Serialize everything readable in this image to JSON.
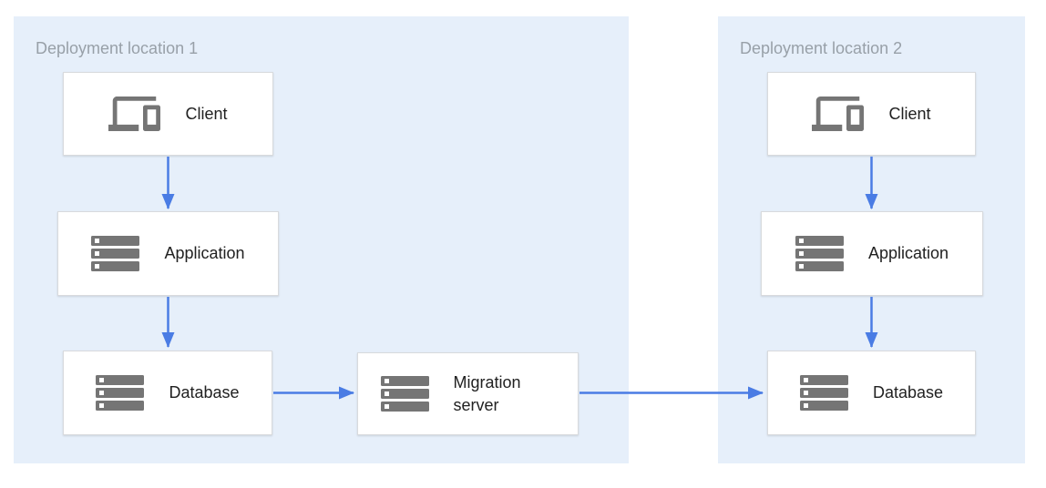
{
  "diagram": {
    "type": "architecture-flow",
    "regions": [
      {
        "id": "location1",
        "label": "Deployment location 1"
      },
      {
        "id": "location2",
        "label": "Deployment location 2"
      }
    ],
    "nodes": [
      {
        "id": "client1",
        "region": "location1",
        "label": "Client",
        "icon": "devices-icon"
      },
      {
        "id": "application1",
        "region": "location1",
        "label": "Application",
        "icon": "server-stack-icon"
      },
      {
        "id": "database1",
        "region": "location1",
        "label": "Database",
        "icon": "server-stack-icon"
      },
      {
        "id": "migration-server",
        "region": "location1",
        "label": "Migration server",
        "icon": "server-stack-icon"
      },
      {
        "id": "client2",
        "region": "location2",
        "label": "Client",
        "icon": "devices-icon"
      },
      {
        "id": "application2",
        "region": "location2",
        "label": "Application",
        "icon": "server-stack-icon"
      },
      {
        "id": "database2",
        "region": "location2",
        "label": "Database",
        "icon": "server-stack-icon"
      }
    ],
    "edges": [
      {
        "from": "client1",
        "to": "application1"
      },
      {
        "from": "application1",
        "to": "database1"
      },
      {
        "from": "database1",
        "to": "migration-server"
      },
      {
        "from": "migration-server",
        "to": "database2"
      },
      {
        "from": "client2",
        "to": "application2"
      },
      {
        "from": "application2",
        "to": "database2"
      }
    ],
    "colors": {
      "region_background": "#E6EFFA",
      "node_background": "#FFFFFF",
      "node_border": "#D8DADD",
      "arrow": "#4A7CE4",
      "icon": "#757575",
      "region_label": "#98A0A8",
      "node_label": "#212121"
    }
  }
}
